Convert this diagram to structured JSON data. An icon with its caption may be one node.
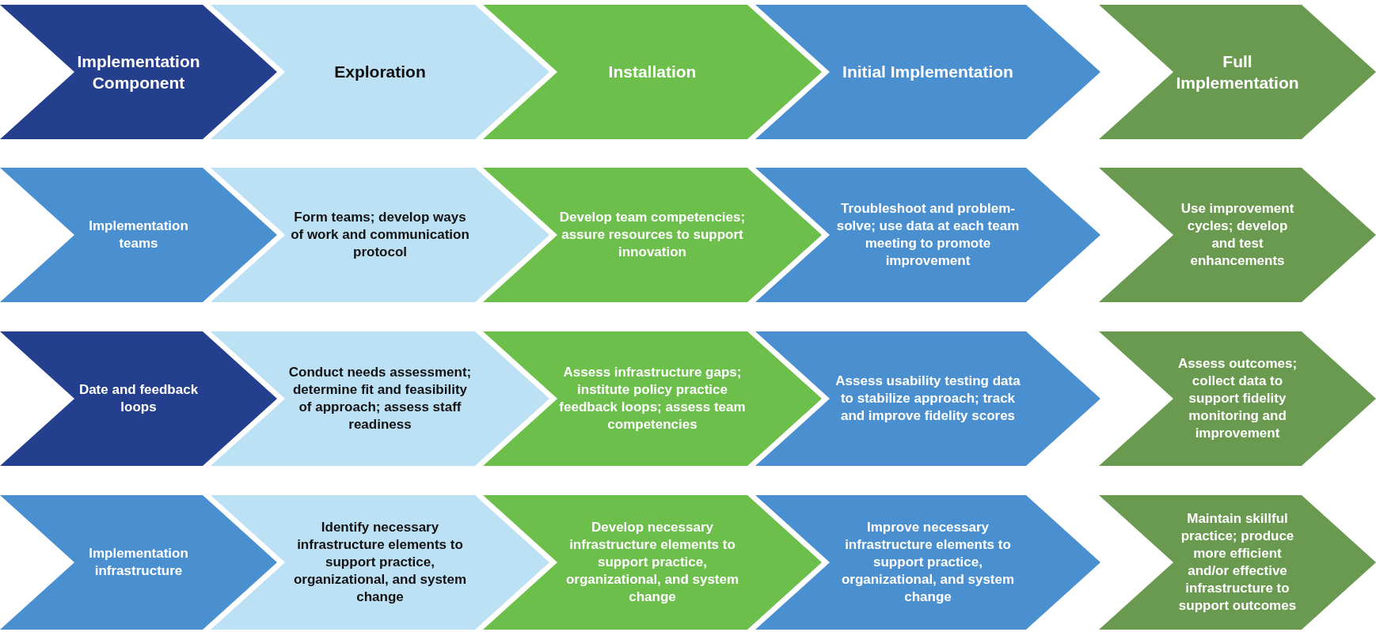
{
  "diagram": {
    "nodes": [
      {
        "text": [
          "Implementation Component"
        ]
      },
      {
        "text": [
          "Exploration"
        ]
      },
      {
        "text": [
          "Installation"
        ]
      },
      {
        "text": [
          "Initial Implementation"
        ]
      },
      {
        "text": [
          "Full Implementation"
        ]
      },
      {
        "text": [
          "Implementation teams"
        ]
      },
      {
        "text": [
          "Form teams; develop ways of work and communication protocol"
        ]
      },
      {
        "text": [
          "Develop team competencies; assure resources to support innovation"
        ]
      },
      {
        "text": [
          "Troubleshoot and problem-solve; use data at each team meeting to promote improvement"
        ]
      },
      {
        "text": [
          "Use improvement cycles; develop and test enhancements"
        ]
      },
      {
        "text": [
          "Date and feedback loops"
        ]
      },
      {
        "text": [
          "Conduct needs assessment; determine fit and feasibility of approach; assess staff readiness"
        ]
      },
      {
        "text": [
          "Assess infrastructure gaps; institute policy practice feedback loops; assess team competencies"
        ]
      },
      {
        "text": [
          "Assess usability testing data to stabilize approach; track and improve fidelity scores"
        ]
      },
      {
        "text": [
          "Assess outcomes; collect data to support fidelity monitoring and improvement"
        ]
      },
      {
        "text": [
          "Implementation infrastructure"
        ]
      },
      {
        "text": [
          "Identify necessary infrastructure elements to support practice, organizational, and system change"
        ]
      },
      {
        "text": [
          "Develop necessary infrastructure elements to support practice, organizational, and system change"
        ]
      },
      {
        "text": [
          "Improve necessary infrastructure elements to support practice, organizational, and system change"
        ]
      },
      {
        "text": [
          "Maintain skillful practice; produce more efficient and/or effective infrastructure to support outcomes"
        ]
      }
    ]
  }
}
